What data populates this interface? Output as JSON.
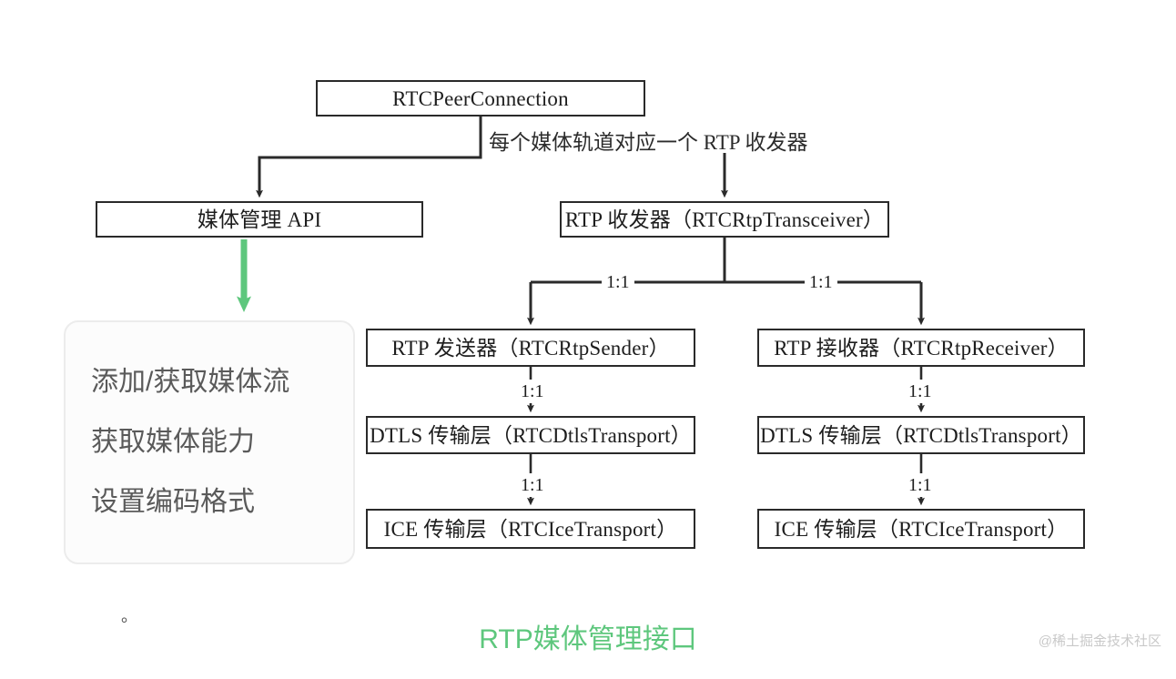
{
  "diagram": {
    "caption": "RTP媒体管理接口",
    "stray_mark": "。",
    "watermark": "@稀土掘金技术社区",
    "accent_color": "#5ec77d",
    "line_color": "#2a2a2a",
    "nodes": {
      "peer_connection": "RTCPeerConnection",
      "media_api": "媒体管理 API",
      "transceiver": "RTP 收发器（RTCRtpTransceiver）",
      "rtp_sender": "RTP 发送器（RTCRtpSender）",
      "rtp_receiver": "RTP 接收器（RTCRtpReceiver）",
      "dtls_left": "DTLS 传输层（RTCDtlsTransport）",
      "dtls_right": "DTLS 传输层（RTCDtlsTransport）",
      "ice_left": "ICE 传输层（RTCIceTransport）",
      "ice_right": "ICE 传输层（RTCIceTransport）"
    },
    "edge_labels": {
      "transceiver_note": "每个媒体轨道对应一个 RTP 收发器",
      "ratio_left_branch": "1:1",
      "ratio_right_branch": "1:1",
      "ratio_sender_dtls": "1:1",
      "ratio_dtls_ice_left": "1:1",
      "ratio_receiver_dtls": "1:1",
      "ratio_dtls_ice_right": "1:1"
    },
    "feature_panel": {
      "items": [
        "添加/获取媒体流",
        "获取媒体能力",
        "设置编码格式"
      ]
    }
  }
}
